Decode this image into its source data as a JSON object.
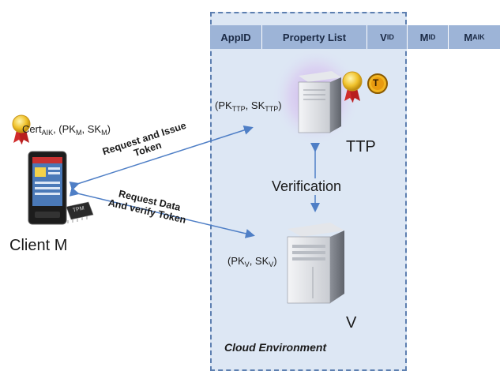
{
  "table_header": {
    "app_id": "AppID",
    "property_list": "Property List",
    "v_id": {
      "main": "V",
      "sub": "ID"
    },
    "m_id": {
      "main": "M",
      "sub": "ID"
    },
    "m_aik": {
      "main": "M",
      "sub": "AIK"
    }
  },
  "client": {
    "label": "Client M",
    "cert": {
      "main": "Cert",
      "sub": "AIK",
      "rest": ", (PK",
      "pk_sub": "M",
      "mid": ", SK",
      "sk_sub": "M",
      "end": ")"
    },
    "tpm_label": "TPM"
  },
  "ttp": {
    "label": "TTP",
    "keys": {
      "open": "(PK",
      "pk_sub": "TTP",
      "mid": ", SK",
      "sk_sub": "TTP",
      "end": ")"
    },
    "badge_letter": "T"
  },
  "verifier": {
    "label": "V",
    "keys": {
      "open": "(PK",
      "pk_sub": "V",
      "mid": ", SK",
      "sk_sub": "V",
      "end": ")"
    }
  },
  "verification_label": "Verification",
  "arrow_1": {
    "line1": "Request and Issue",
    "line2": "Token"
  },
  "arrow_2": {
    "line1": "Request Data",
    "line2": "And verify Token"
  },
  "cloud_label": "Cloud Environment",
  "colors": {
    "cloud_fill": "#dde7f4",
    "cloud_border": "#5d7fb0",
    "header_fill": "#9db4d7",
    "arrow": "#4f7fc6",
    "ttp_glow": "#c7a8e8"
  }
}
